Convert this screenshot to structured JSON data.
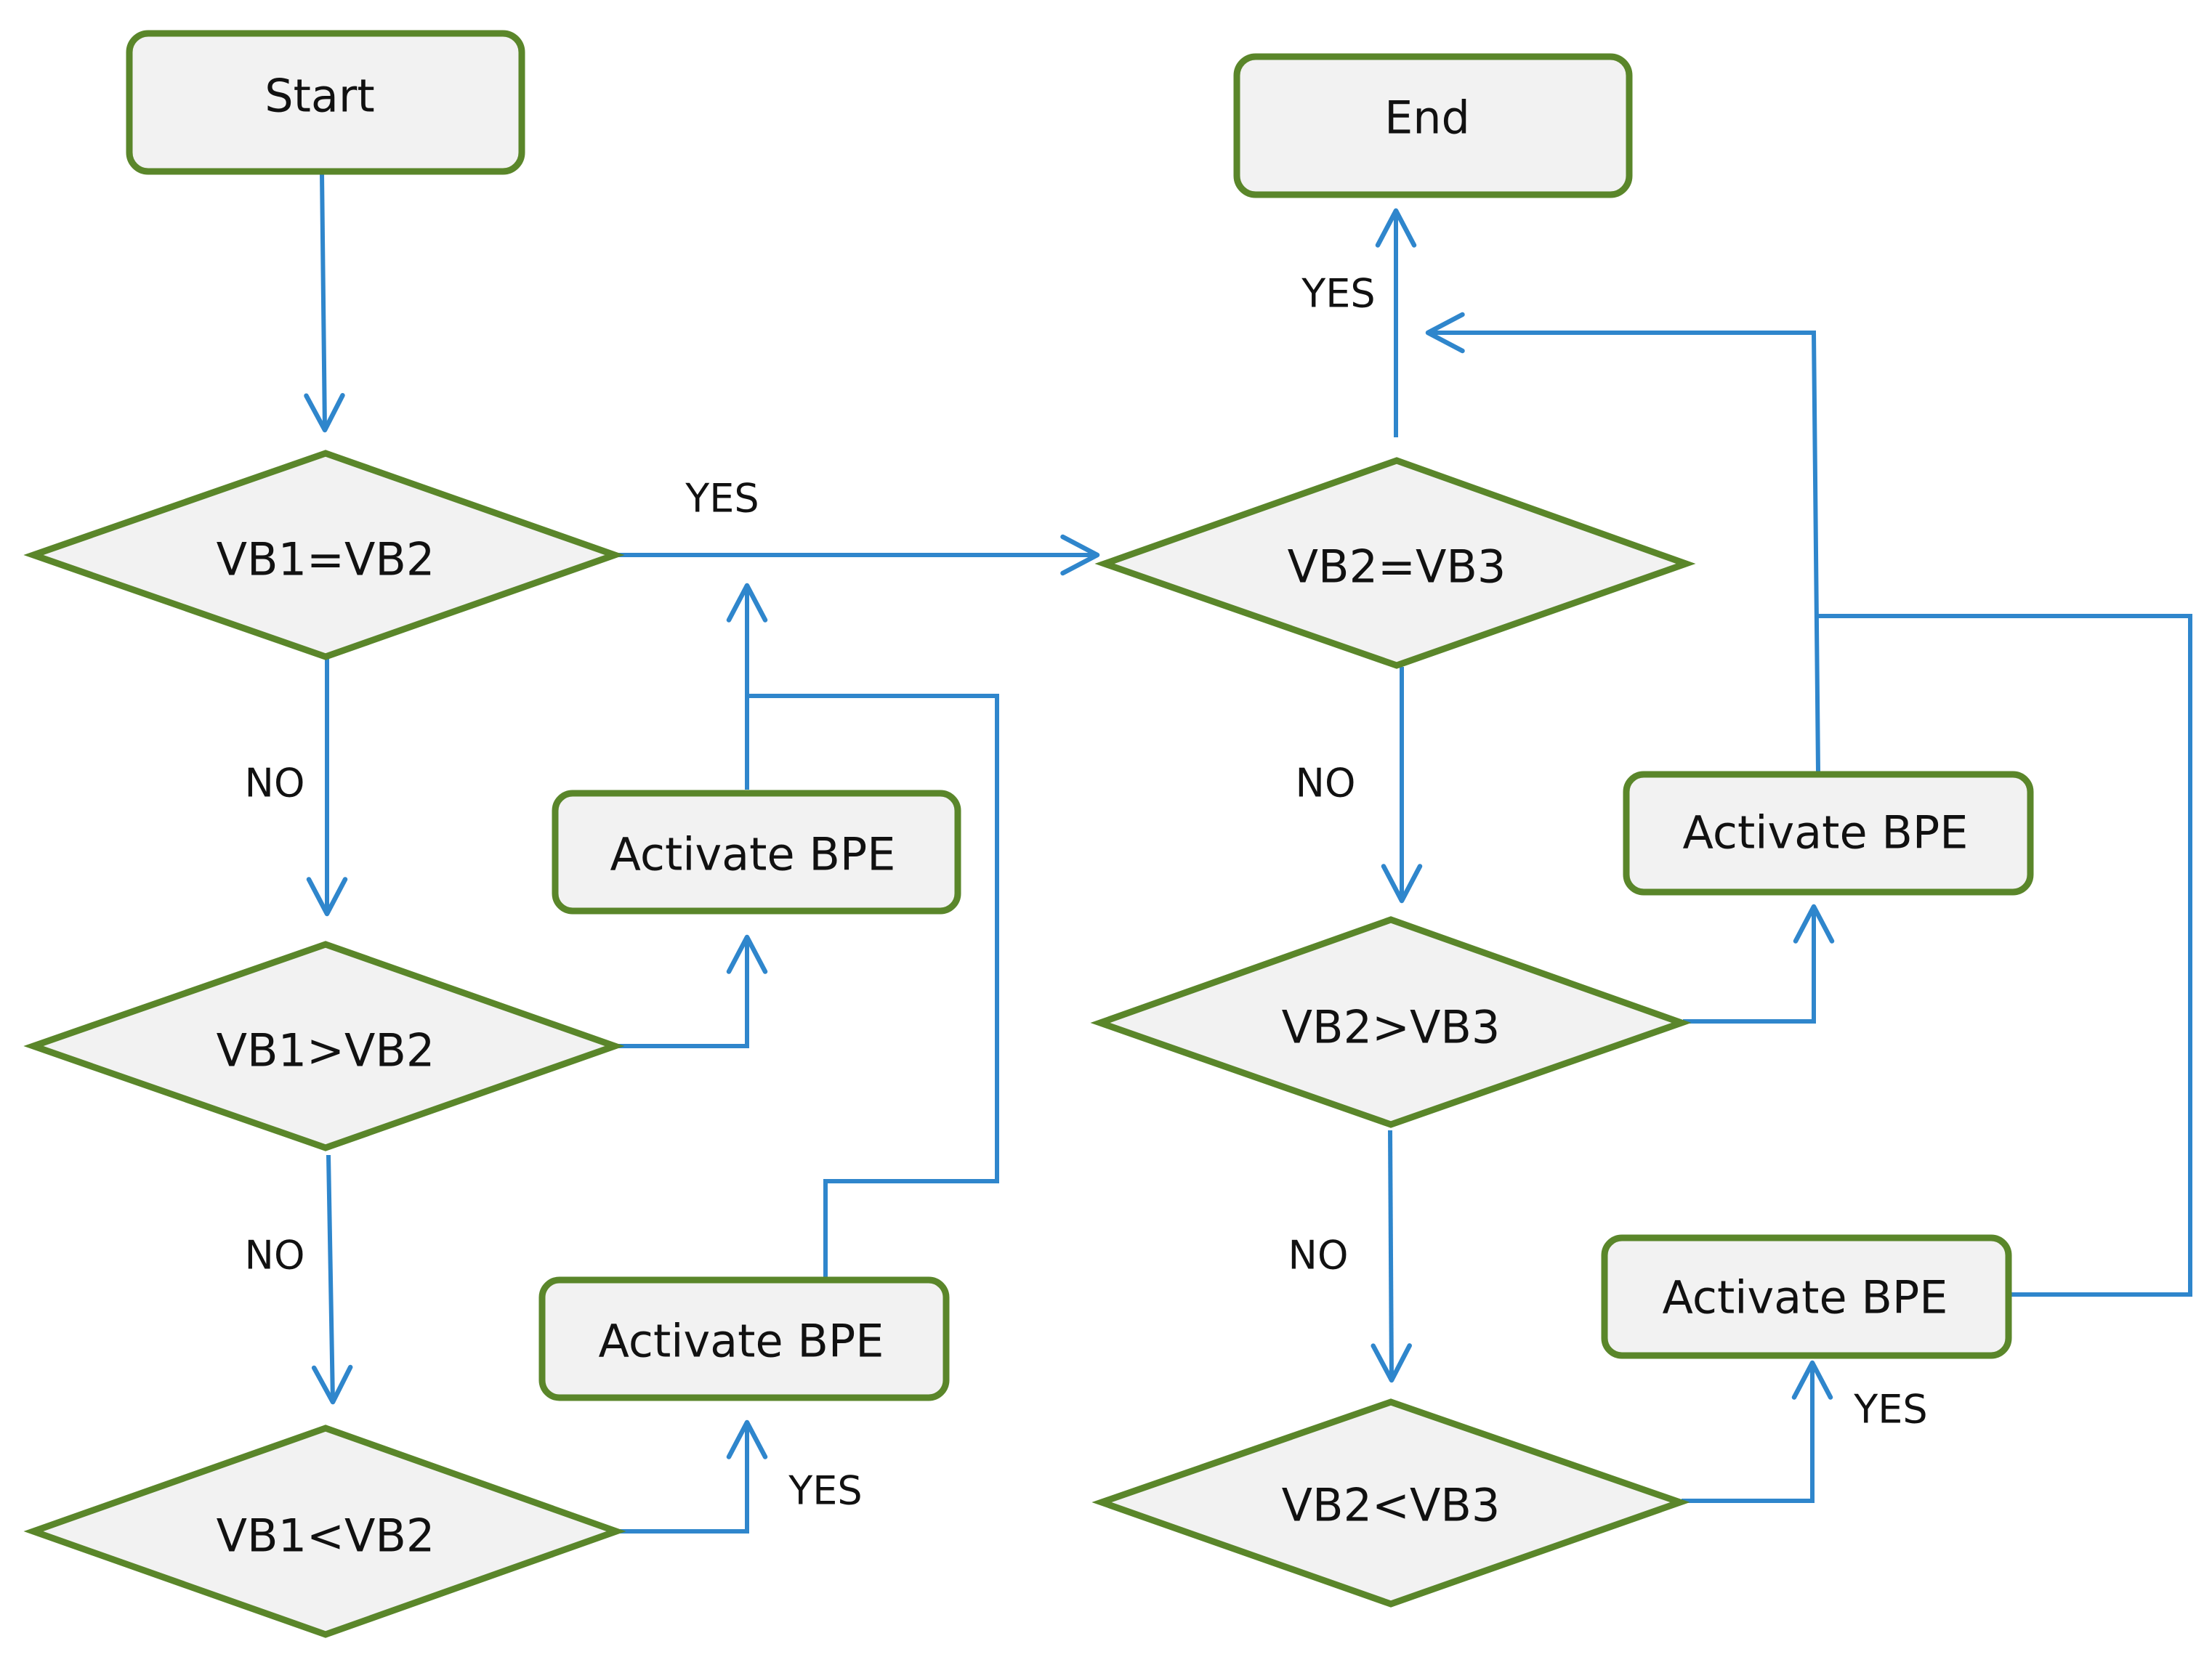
{
  "colors": {
    "node_fill": "#f2f2f2",
    "node_border": "#5a862a",
    "connector": "#2f86cc",
    "text": "#111111"
  },
  "nodes": {
    "start": "Start",
    "end": "End",
    "vb1_eq_vb2": "VB1=VB2",
    "vb1_gt_vb2": "VB1>VB2",
    "vb1_lt_vb2": "VB1<VB2",
    "vb2_eq_vb3": "VB2=VB3",
    "vb2_gt_vb3": "VB2>VB3",
    "vb2_lt_vb3": "VB2<VB3",
    "activate_bpe_1": "Activate BPE",
    "activate_bpe_2": "Activate BPE",
    "activate_bpe_3": "Activate BPE",
    "activate_bpe_4": "Activate BPE"
  },
  "edge_labels": {
    "yes_vb1_eq_vb2": "YES",
    "no_vb1_eq_vb2": "NO",
    "no_vb1_gt_vb2": "NO",
    "yes_vb1_lt_vb2": "YES",
    "yes_vb2_eq_vb3": "YES",
    "no_vb2_eq_vb3": "NO",
    "no_vb2_gt_vb3": "NO",
    "yes_vb2_lt_vb3": "YES"
  }
}
